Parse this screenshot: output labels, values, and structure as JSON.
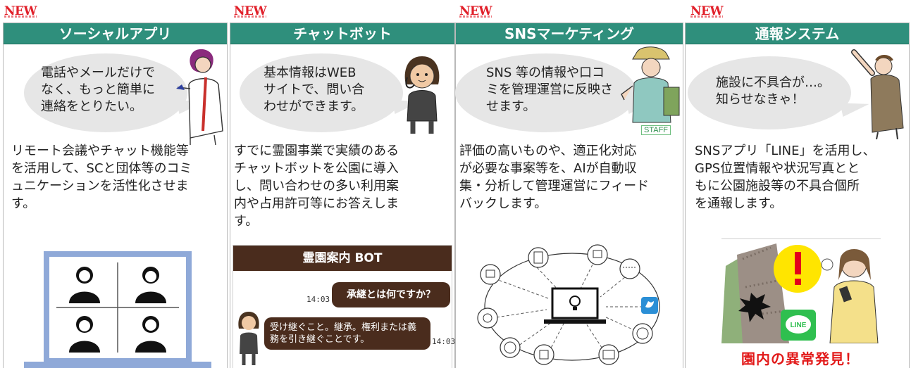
{
  "new_label": "NEW",
  "columns": [
    {
      "title": "ソーシャルアプリ",
      "bubble_lines": [
        "電話やメールだけで",
        "なく、もっと簡単に",
        "連絡をとりたい。"
      ],
      "desc_lines": [
        "リモート会議やチャット機能等",
        "を活用して、SCと団体等のコミ",
        "ュニケーションを活性化させま",
        "す。"
      ]
    },
    {
      "title": "チャットボット",
      "bubble_lines": [
        "基本情報はWEB",
        "サイトで、問い合",
        "わせができます。"
      ],
      "desc_lines": [
        "すでに霊園事業で実績のある",
        "チャットボットを公園に導入",
        "し、問い合わせの多い利用案",
        "内や占用許可等にお答えしま",
        "す。"
      ]
    },
    {
      "title": "SNSマーケティング",
      "bubble_lines": [
        "SNS 等の情報や口コ",
        "ミを管理運営に反映さ",
        "せます。"
      ],
      "desc_lines": [
        "評価の高いものや、適正化対応",
        "が必要な事案等を、AIが自動収",
        "集・分析して管理運営にフィード",
        "バックします。"
      ]
    },
    {
      "title": "通報システム",
      "bubble_lines": [
        "施設に不具合が…。",
        "知らせなきゃ！"
      ],
      "desc_lines": [
        "SNSアプリ「LINE」を活用し、",
        "GPS位置情報や状況写真とと",
        "もに公園施設等の不具合個所",
        "を通報します。"
      ]
    }
  ],
  "chat": {
    "header": "霊園案内 BOT",
    "question": "承継とは何ですか？",
    "question_time": "14:03",
    "answer": "受け継ぐこと。継承。権利または義務を引き継ぐことです。",
    "answer_time": "14:03"
  },
  "staff_label": "STAFF",
  "line_label": "LINE",
  "alert_caption": "園内の異常発見！",
  "colors": {
    "header_bg": "#2f8f7c",
    "new_red": "#e1202a",
    "chat_brown": "#4a2c1d",
    "zoom_blue": "#8fa9d8"
  }
}
